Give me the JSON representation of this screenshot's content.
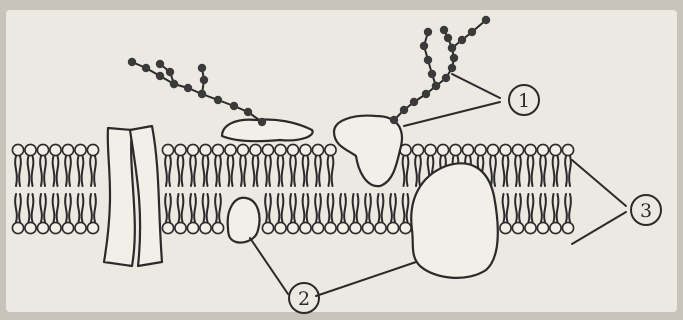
{
  "labels": {
    "l1": "1",
    "l2": "2",
    "l3": "3"
  },
  "colors": {
    "background": "#c9c3bc",
    "paper": "#ece9e3",
    "ink": "#2a2a2a"
  },
  "parts": {
    "bilayer": "phospholipid-bilayer",
    "channel": "channel-protein",
    "glycoproteins": "glycoprotein",
    "embedded_proteins": "embedded-protein"
  }
}
